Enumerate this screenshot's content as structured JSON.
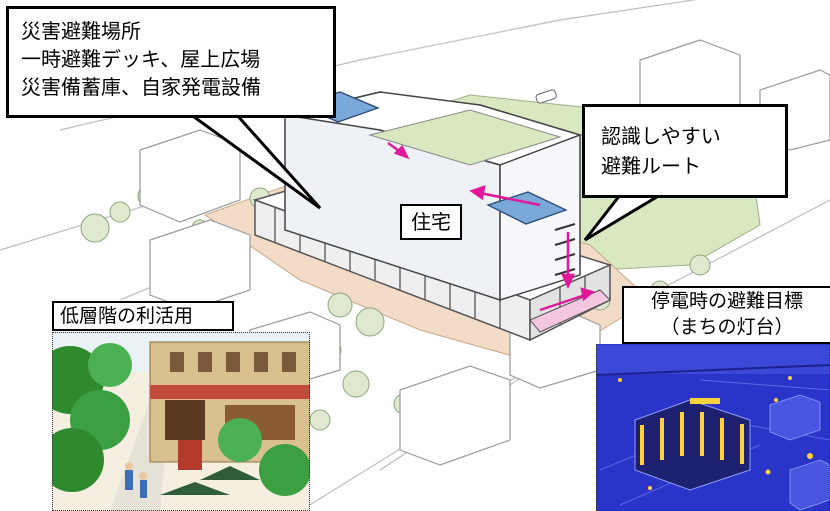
{
  "callouts": {
    "shelter": {
      "lines": [
        "災害避難場所",
        "一時避難デッキ、屋上広場",
        "災害備蓄庫、自家発電設備"
      ]
    },
    "route": {
      "lines": [
        "認識しやすい",
        "避難ルート"
      ]
    },
    "housing": {
      "label": "住宅"
    }
  },
  "labels": {
    "lower_floor": "低層階の利活用",
    "outage_target": [
      "停電時の避難目標",
      "（まちの灯台）"
    ]
  },
  "colors": {
    "arrow": "#e0199a",
    "park": "#d8e8c0",
    "plaza": "#f2dcc8",
    "solar": "#7aa8d8",
    "night_blue": "#2a34c8",
    "light_yellow": "#ffd23c"
  }
}
